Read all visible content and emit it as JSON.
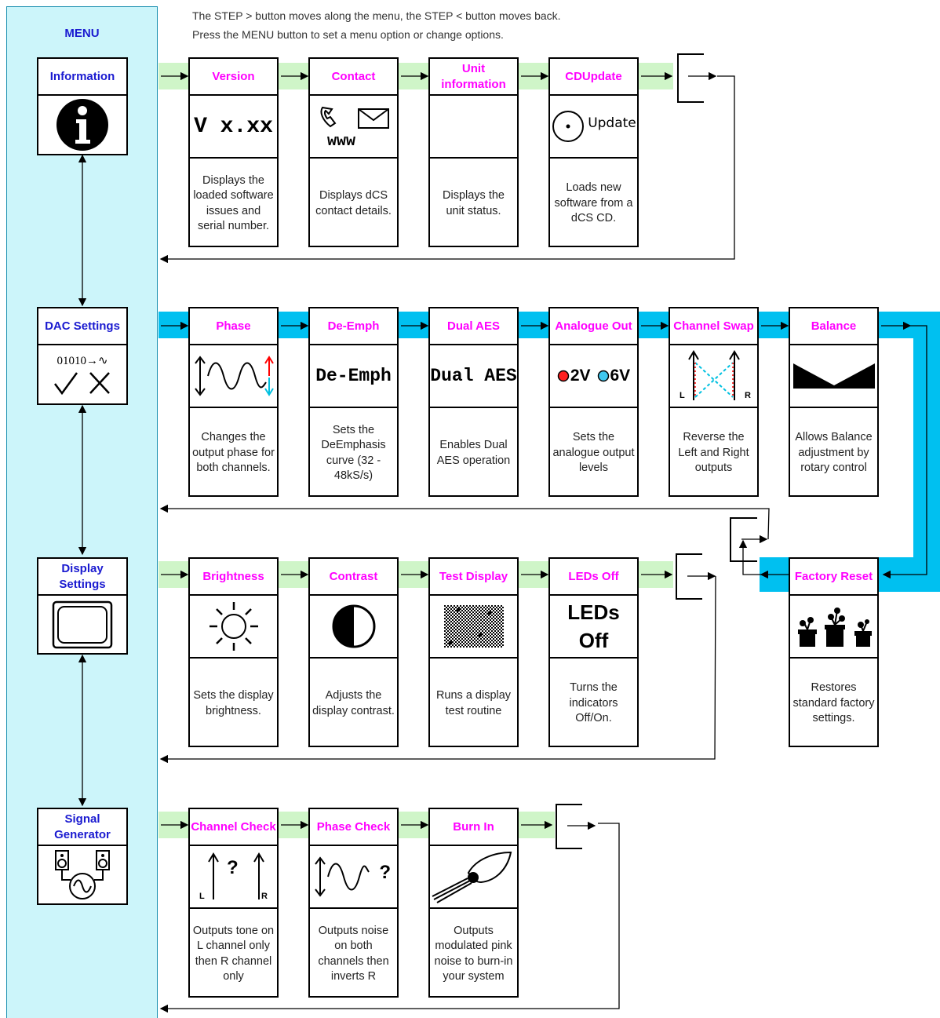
{
  "menu_title": "MENU",
  "instructions": [
    "The STEP > button moves along the menu, the STEP < button moves back.",
    "Press the MENU button to set a menu option or change options."
  ],
  "menus": [
    {
      "label": "Information"
    },
    {
      "label": "DAC Settings",
      "icon_text": "01010→∿"
    },
    {
      "label": "Display Settings"
    },
    {
      "label": "Signal Generator"
    }
  ],
  "information": [
    {
      "title": "Version",
      "icon_text": "V x.xx",
      "desc": "Displays the loaded software issues and serial number."
    },
    {
      "title": "Contact",
      "icon_text": "www",
      "desc": "Displays dCS contact details."
    },
    {
      "title": "Unit information",
      "desc": "Displays the unit status."
    },
    {
      "title": "CDUpdate",
      "icon_text": "Update",
      "desc": "Loads new software from a dCS CD."
    }
  ],
  "dac": [
    {
      "title": "Phase",
      "desc": "Changes the output phase for both channels."
    },
    {
      "title": "De-Emph",
      "icon_text": "De-Emph",
      "desc": "Sets the DeEmphasis curve (32 - 48kS/s)"
    },
    {
      "title": "Dual AES",
      "icon_text": "Dual AES",
      "desc": "Enables Dual AES operation"
    },
    {
      "title": "Analogue Out",
      "icon_text_a": "2V",
      "icon_text_b": "6V",
      "desc": "Sets the analogue output levels"
    },
    {
      "title": "Channel Swap",
      "icon_l": "L",
      "icon_r": "R",
      "desc": "Reverse the Left and Right outputs"
    },
    {
      "title": "Balance",
      "desc": "Allows Balance adjustment by rotary control"
    }
  ],
  "display": [
    {
      "title": "Brightness",
      "desc": "Sets the display brightness."
    },
    {
      "title": "Contrast",
      "desc": "Adjusts the display contrast."
    },
    {
      "title": "Test Display",
      "desc": "Runs a display test routine"
    },
    {
      "title": "LEDs Off",
      "icon_text": "LEDs Off",
      "desc": "Turns the indicators Off/On."
    },
    {
      "title": "Factory Reset",
      "desc": "Restores standard factory settings."
    }
  ],
  "signal": [
    {
      "title": "Channel Check",
      "icon_l": "L",
      "icon_q": "?",
      "icon_r": "R",
      "desc": "Outputs tone on L channel only then R channel only"
    },
    {
      "title": "Phase Check",
      "icon_q": "?",
      "desc": "Outputs noise on both channels then inverts R"
    },
    {
      "title": "Burn In",
      "desc": "Outputs modulated pink noise to burn-in your system"
    }
  ],
  "colors": {
    "sidebar": "#ccf5fa",
    "menu_text": "#1a1ad0",
    "option_title": "#ff00ff",
    "green_band": "#cff5c8",
    "blue_band": "#00c0f0"
  }
}
